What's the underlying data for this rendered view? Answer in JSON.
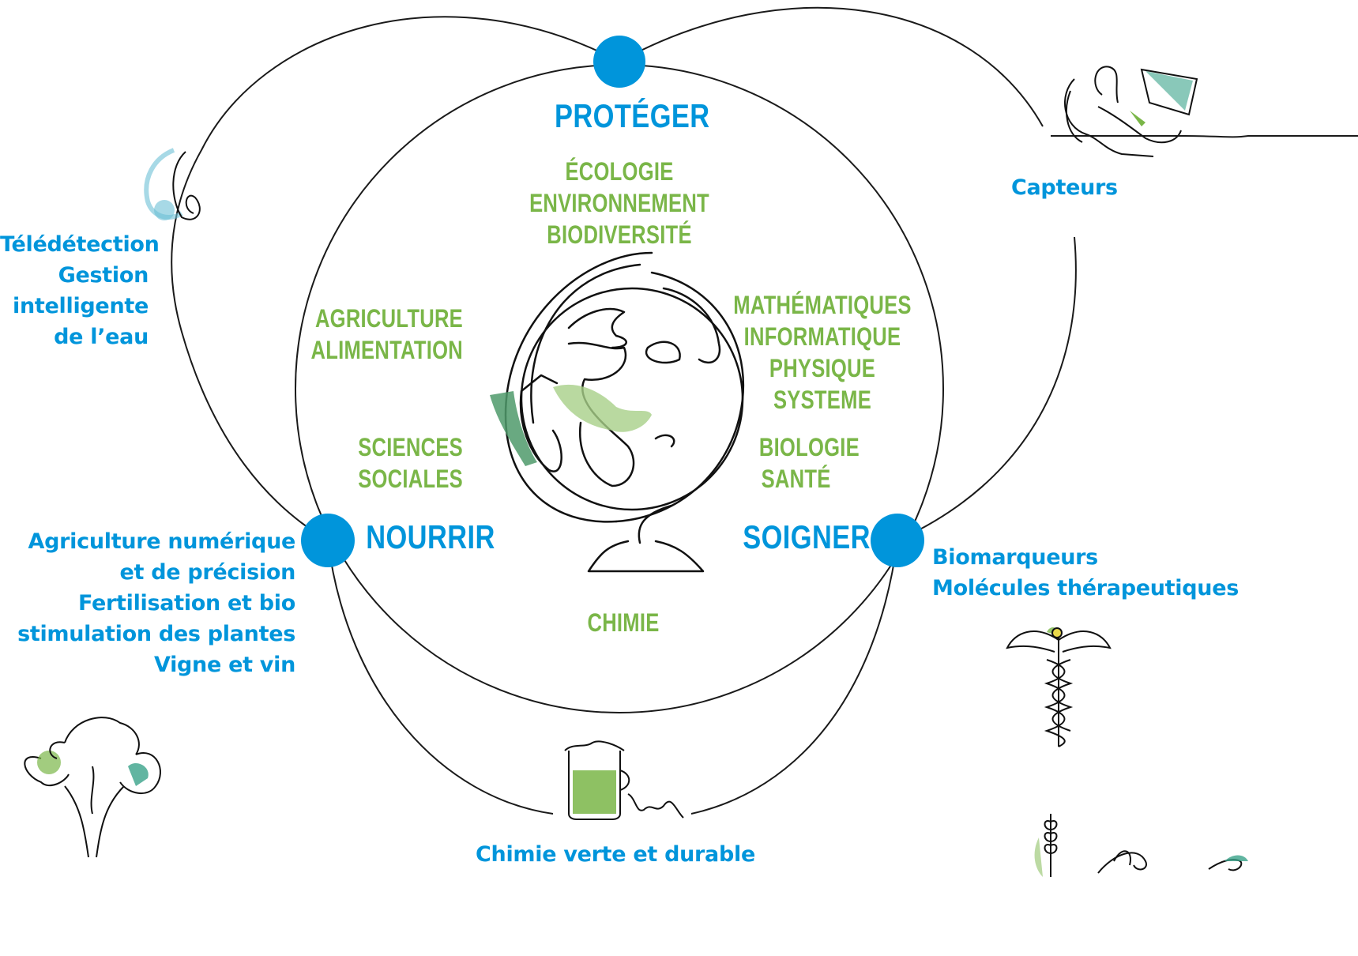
{
  "pillars": {
    "proteger": "PROTÉGER",
    "nourrir": "NOURRIR",
    "soigner": "SOIGNER"
  },
  "disciplines": {
    "top": [
      "ÉCOLOGIE",
      "ENVIRONNEMENT",
      "BIODIVERSITÉ"
    ],
    "left_upper": [
      "AGRICULTURE",
      "ALIMENTATION"
    ],
    "left_lower": [
      "SCIENCES",
      "SOCIALES"
    ],
    "right_upper": [
      "MATHÉMATIQUES",
      "INFORMATIQUE",
      "PHYSIQUE",
      "SYSTEME"
    ],
    "right_lower": [
      "BIOLOGIE",
      "SANTÉ"
    ],
    "bottom": [
      "CHIMIE"
    ]
  },
  "applications": {
    "teledetection": [
      "Télédétection",
      "Gestion",
      "intelligente",
      "de l’eau"
    ],
    "capteurs": [
      "Capteurs"
    ],
    "agriculture": [
      "Agriculture numérique",
      "et de précision",
      "Fertilisation et bio",
      "stimulation des plantes",
      "Vigne et vin"
    ],
    "biomarqueurs": [
      "Biomarqueurs",
      "Molécules thérapeutiques"
    ],
    "chimie_verte": [
      "Chimie verte et durable"
    ]
  },
  "icons": [
    "globe-icon",
    "water-drop-icon",
    "computer-user-icon",
    "tree-icon",
    "caduceus-icon",
    "beaker-icon",
    "wheat-icon",
    "bird-icon"
  ],
  "colors": {
    "blue": "#0095db",
    "green": "#7ab648",
    "dark_green": "#2e8b57",
    "line": "#1a1a1a"
  }
}
